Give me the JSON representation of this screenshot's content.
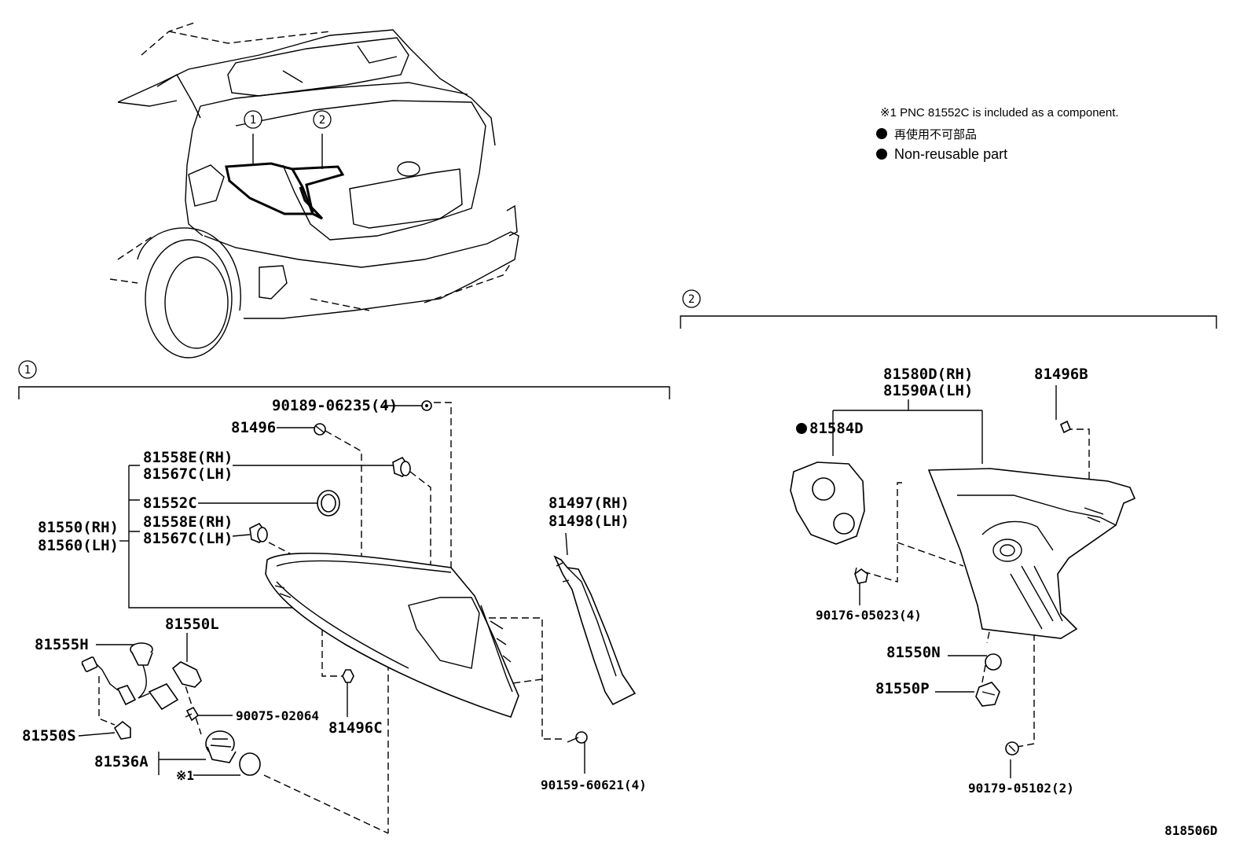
{
  "notes": {
    "component_note": "※1 PNC 81552C is included as a component.",
    "non_reusable_jp": "再使用不可部品",
    "non_reusable_en": "Non-reusable part"
  },
  "callouts": {
    "one": "1",
    "two": "2"
  },
  "group1": {
    "p_90189": "90189-06235(4)",
    "p_81496": "81496",
    "p_81558E_a": "81558E(RH)",
    "p_81567C_a": "81567C(LH)",
    "p_81552C": "81552C",
    "p_81550": "81550(RH)",
    "p_81560": "81560(LH)",
    "p_81558E_b": "81558E(RH)",
    "p_81567C_b": "81567C(LH)",
    "p_81550L": "81550L",
    "p_81555H": "81555H",
    "p_90075": "90075-02064",
    "p_81496C": "81496C",
    "p_81550S": "81550S",
    "p_81536A": "81536A",
    "p_ref1": "※1",
    "p_81497": "81497(RH)",
    "p_81498": "81498(LH)",
    "p_90159": "90159-60621(4)"
  },
  "group2": {
    "p_81580D": "81580D(RH)",
    "p_81590A": "81590A(LH)",
    "p_81496B": "81496B",
    "p_81584D": "81584D",
    "p_90176": "90176-05023(4)",
    "p_81550N": "81550N",
    "p_81550P": "81550P",
    "p_90179": "90179-05102(2)"
  },
  "drawing_id": "818506D"
}
